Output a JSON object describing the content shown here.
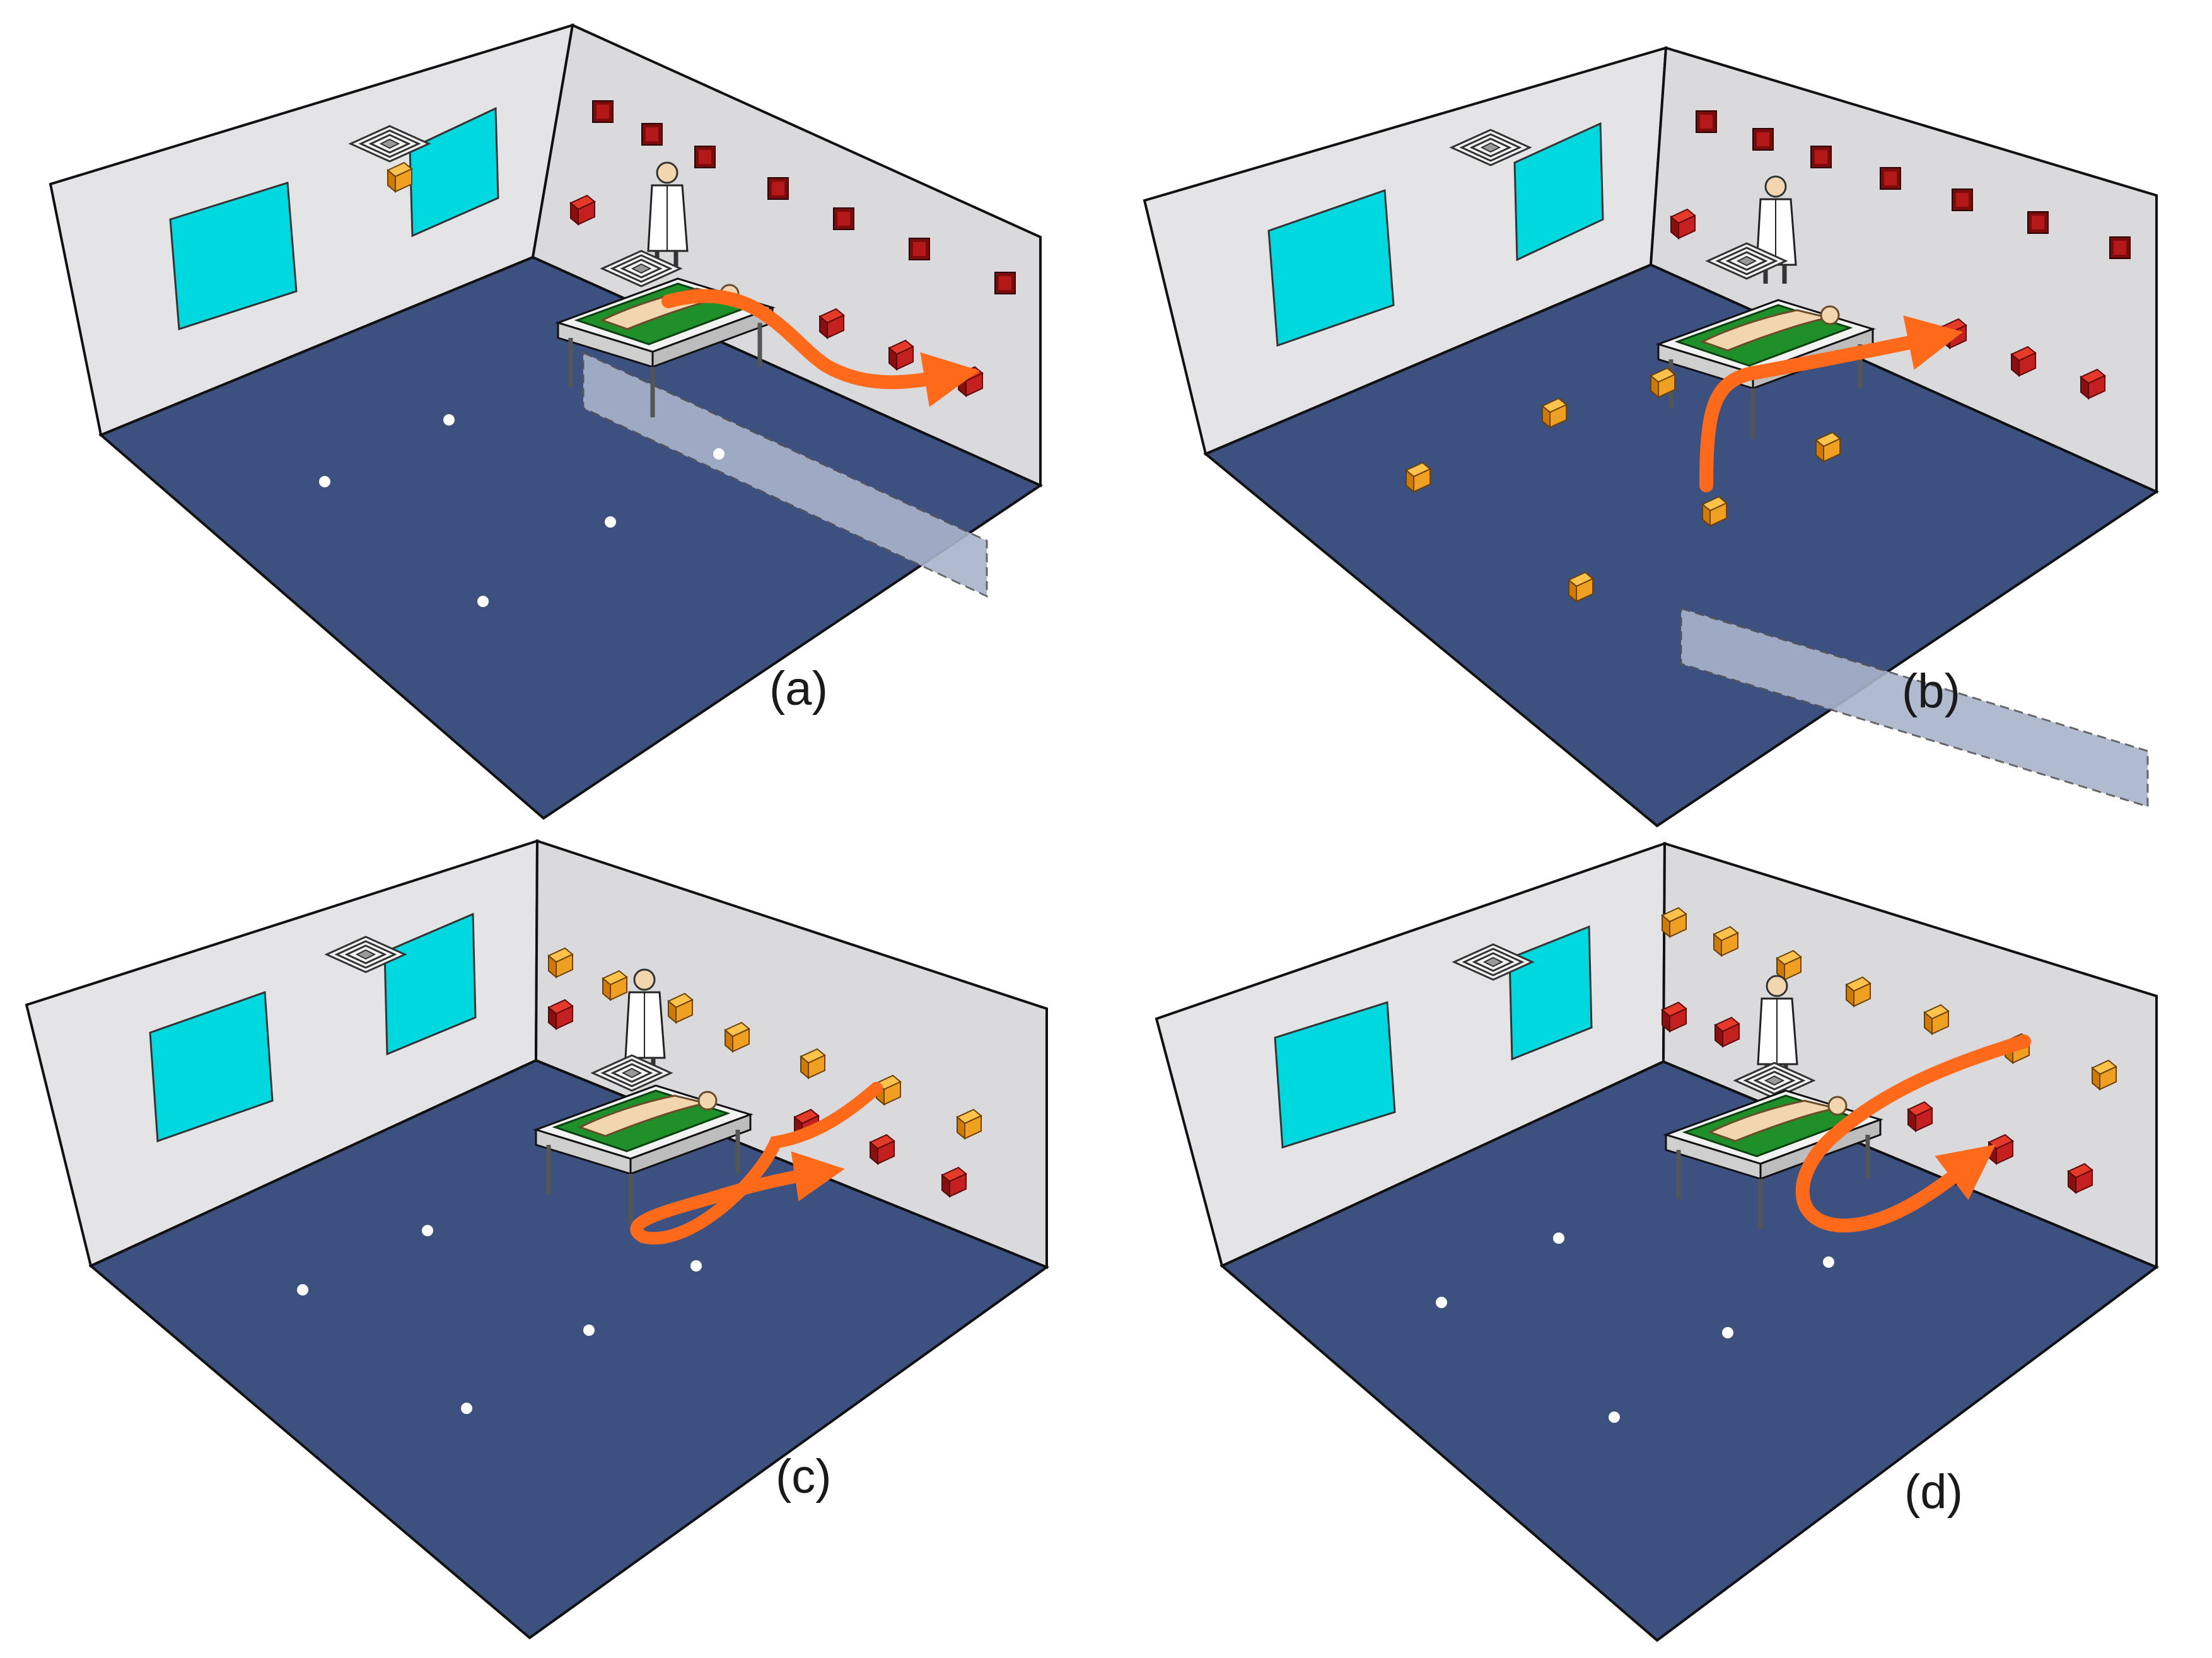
{
  "panels": [
    {
      "id": "a",
      "label": "(a)"
    },
    {
      "id": "b",
      "label": "(b)"
    },
    {
      "id": "c",
      "label": "(c)"
    },
    {
      "id": "d",
      "label": "(d)"
    }
  ],
  "colors": {
    "floor": "#3d5180",
    "wall": "#e2e2e4",
    "wall_right": "#d6d6d8",
    "window": "#00d8e0",
    "airflow_arrow": "#ff6a1a",
    "exhaust_grille": "#b01818",
    "supply_diffuser": "#f0a020",
    "filter_panel": "#a9b4cc",
    "bed_sheet": "#1f8f2a",
    "edge": "#111111"
  },
  "icons": {
    "ceiling_diffuser": "square-swirl-diffuser-icon",
    "exhaust": "red-exhaust-grille-icon",
    "supply": "orange-supply-nozzle-icon",
    "light": "floor-light-dot-icon"
  }
}
